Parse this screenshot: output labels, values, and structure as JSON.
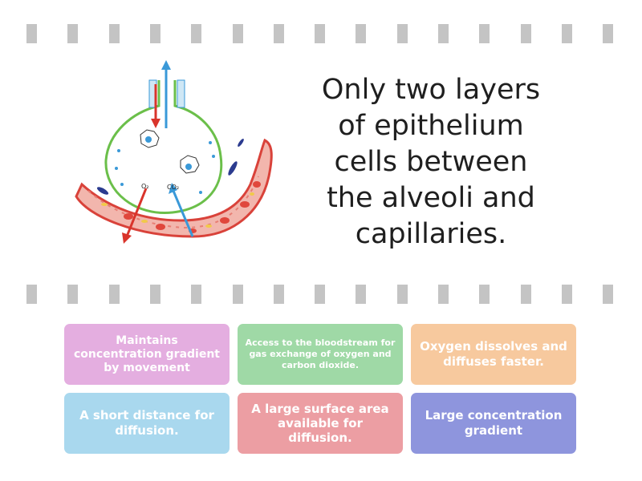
{
  "prompt": {
    "lines": [
      "Only two layers",
      "of epithelium",
      "cells between",
      "the alveoli and",
      "capillaries."
    ]
  },
  "diagram": {
    "label_o2": "O₂",
    "label_co2": "CO₂"
  },
  "answers": [
    {
      "text": "Maintains concentration gradient by movement",
      "color": "#e4aee0"
    },
    {
      "text": "Access to the bloodstream for gas exchange of oxygen and carbon dioxide.",
      "color": "#9fd9a6"
    },
    {
      "text": "Oxygen dissolves and diffuses faster.",
      "color": "#f7c99e"
    },
    {
      "text": "A short distance for diffusion.",
      "color": "#a9d8ee"
    },
    {
      "text": "A large surface area available for diffusion.",
      "color": "#ec9ea3"
    },
    {
      "text": "Large concentration gradient",
      "color": "#8e95dd"
    }
  ],
  "colors": {
    "strip": "#c4c4c4",
    "capillary_fill": "#f2b6ad",
    "capillary_edge": "#d9423a",
    "alveolus_edge": "#6bbf4a",
    "arrow_o2": "#d9342b",
    "arrow_co2": "#3a99d8"
  }
}
